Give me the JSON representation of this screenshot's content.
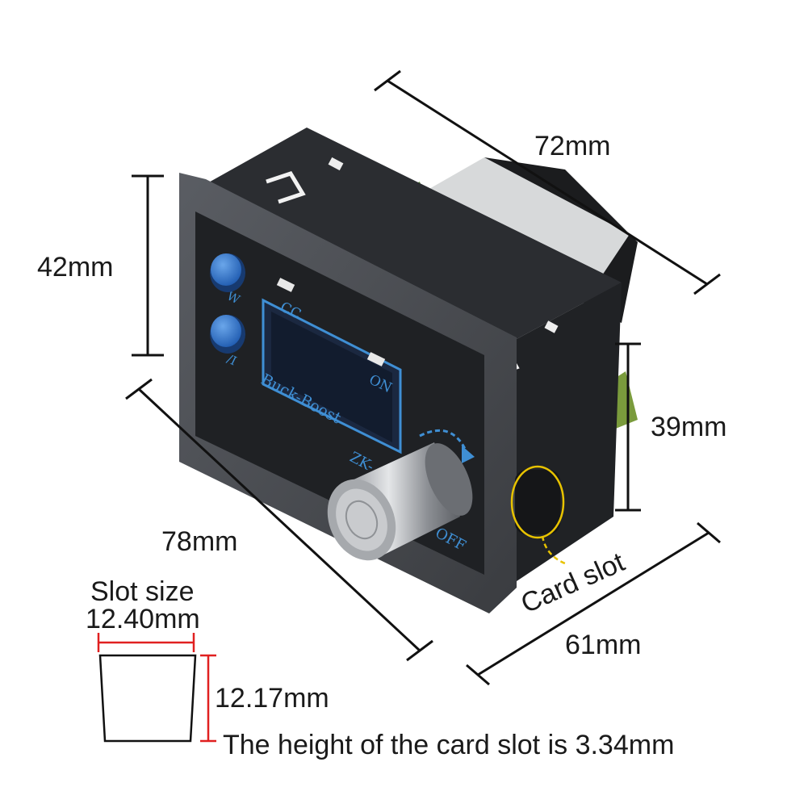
{
  "dimensions": {
    "width_top": "72mm",
    "height_front": "42mm",
    "depth_side": "39mm",
    "length_bottom": "78mm",
    "width_bottom": "61mm"
  },
  "card_slot": {
    "label": "Card slot",
    "slot_size_title": "Slot size",
    "slot_width": "12.40mm",
    "slot_height": "12.17mm",
    "height_note": "The height of the card slot is 3.34mm"
  },
  "device_panel": {
    "indicator_cc": "CC",
    "indicator_on": "ON",
    "model_text": "Buck-Boost",
    "model_code": "ZK-",
    "switch_text": "OFF",
    "button_1_text": "W",
    "button_2_text": "/I"
  },
  "colors": {
    "lcd_blue": "#3f8fd4",
    "button_blue": "#2f6fc4",
    "slot_dimension_red": "#e02020",
    "callout_yellow": "#e8c300"
  }
}
